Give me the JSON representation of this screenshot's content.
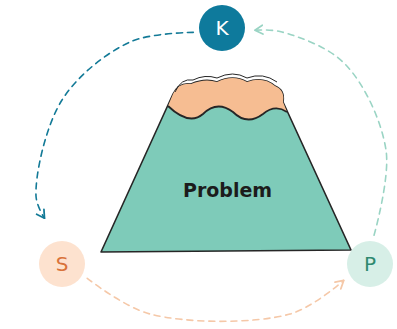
{
  "diagram": {
    "nodes": [
      {
        "text": [
          "K"
        ]
      },
      {
        "text": [
          "Problem"
        ]
      },
      {
        "text": [
          "S"
        ]
      },
      {
        "text": [
          "P"
        ]
      }
    ],
    "edges": [
      {
        "from": 0,
        "to": 2,
        "arrow": "to"
      },
      {
        "from": 2,
        "to": 3,
        "arrow": "to"
      },
      {
        "from": 3,
        "to": 0,
        "arrow": "to"
      }
    ]
  }
}
